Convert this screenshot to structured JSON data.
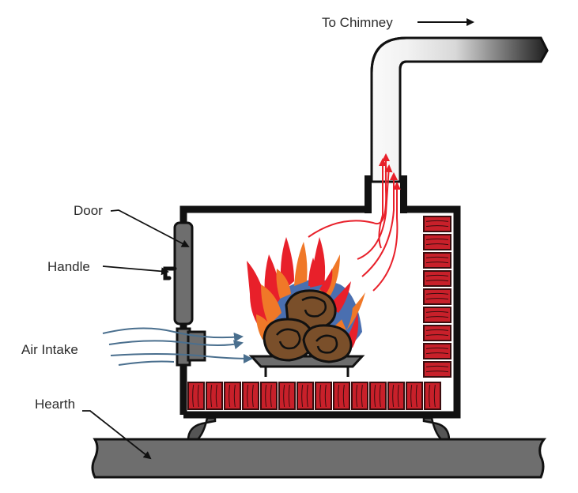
{
  "labels": {
    "chimney": "To Chimney",
    "door": "Door",
    "handle": "Handle",
    "air_intake": "Air Intake",
    "hearth": "Hearth"
  },
  "colors": {
    "outline": "#111111",
    "stove_interior": "#ffffff",
    "brick": "#c8202a",
    "brick_mortar": "#3a0d0f",
    "log": "#7a4f2a",
    "grate": "#6d6d6d",
    "hearth": "#6e6e6e",
    "door": "#6e6e6e",
    "flame_red": "#e8202a",
    "flame_orange": "#f07828",
    "flame_blue": "#4a6fb0",
    "hot_air": "#e8202a",
    "intake_air": "#4a6f8e",
    "pipe_light": "#e8e8e8",
    "pipe_dark": "#222222"
  },
  "icons": {
    "arrow": "arrow-right-icon"
  }
}
